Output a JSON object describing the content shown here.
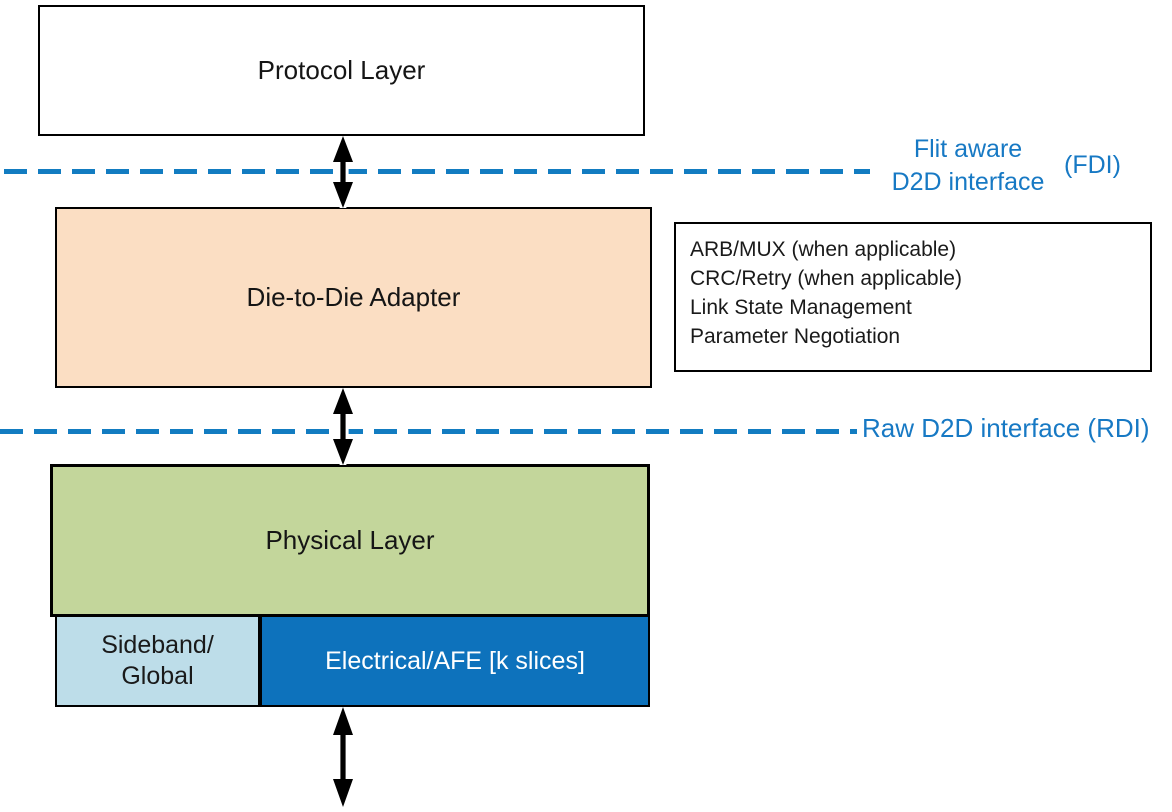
{
  "colors": {
    "dash_blue": "#127CC1",
    "label_blue": "#1779C4",
    "protocol_fill": "#FFFFFF",
    "adapter_fill": "#FBDEC3",
    "physical_fill": "#C3D69B",
    "sideband_fill": "#BDDDE9",
    "electrical_fill": "#0D72BC",
    "electrical_text": "#FFFFFF",
    "box_border": "#000000",
    "arrow_black": "#000000"
  },
  "layers": {
    "protocol": {
      "label": "Protocol Layer"
    },
    "adapter": {
      "label": "Die-to-Die Adapter"
    },
    "physical": {
      "label": "Physical Layer"
    },
    "sideband": {
      "line1": "Sideband/",
      "line2": "Global"
    },
    "electrical": {
      "label": "Electrical/AFE [k slices]"
    }
  },
  "adapter_notes": {
    "lines": [
      "ARB/MUX (when applicable)",
      "CRC/Retry (when applicable)",
      "Link State Management",
      "Parameter Negotiation"
    ]
  },
  "interfaces": {
    "fdi": {
      "name_line1": "Flit aware",
      "name_line2": "D2D interface",
      "tag": "(FDI)"
    },
    "rdi": {
      "label": "Raw D2D interface (RDI)"
    }
  }
}
